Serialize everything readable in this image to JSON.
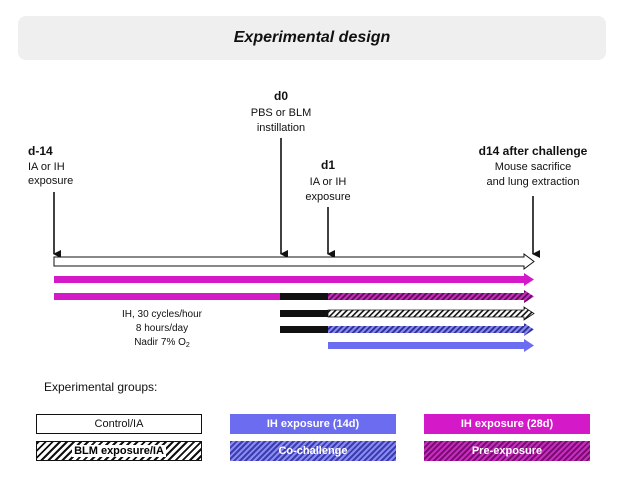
{
  "title": "Experimental design",
  "timeline": {
    "d_minus14": {
      "label": "d-14",
      "line1": "IA or IH",
      "line2": "exposure"
    },
    "d0": {
      "label": "d0",
      "line1": "PBS or BLM",
      "line2": "instillation"
    },
    "d1": {
      "label": "d1",
      "line1": "IA or IH",
      "line2": "exposure"
    },
    "d14": {
      "label": "d14 after challenge",
      "line1": "Mouse sacrifice",
      "line2": "and lung extraction"
    }
  },
  "ih_note": {
    "line1": "IH, 30 cycles/hour",
    "line2": "8 hours/day",
    "line3_prefix": "Nadir 7% O",
    "line3_sub": "2"
  },
  "legend": {
    "title": "Experimental groups:",
    "control": "Control/IA",
    "blm": "BLM exposure/IA",
    "ih14": "IH exposure (14d)",
    "cochallenge": "Co-challenge",
    "ih28": "IH exposure (28d)",
    "preexposure": "Pre-exposure"
  },
  "colors": {
    "magenta": "#d419c8",
    "blue": "#6b6cf0",
    "black": "#111111"
  }
}
